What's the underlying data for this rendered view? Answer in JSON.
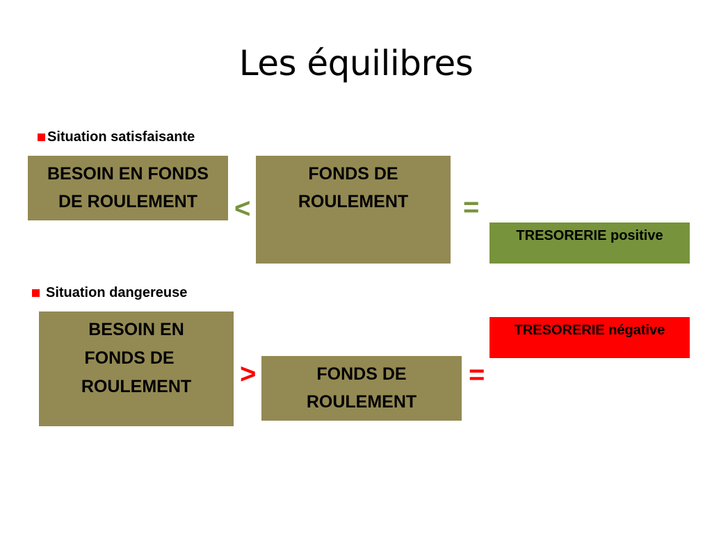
{
  "slide": {
    "title": "Les équilibres"
  },
  "colors": {
    "olive_box": "#938953",
    "green_accent": "#77933C",
    "red_accent": "#FF0000",
    "bullet_red": "#FF0000"
  },
  "section1": {
    "heading": "Situation satisfaisante",
    "bfr_lines": [
      "BESOIN EN FONDS",
      "DE ROULEMENT"
    ],
    "operator": "<",
    "fr_lines": [
      "FONDS DE",
      "ROULEMENT"
    ],
    "equals": "=",
    "treso": "TRESORERIE positive"
  },
  "section2": {
    "heading": "Situation dangereuse",
    "bfr_lines": [
      "BESOIN EN",
      "FONDS DE",
      "ROULEMENT"
    ],
    "operator": ">",
    "fr_lines": [
      "FONDS DE",
      "ROULEMENT"
    ],
    "equals": "=",
    "treso": "TRESORERIE négative"
  }
}
